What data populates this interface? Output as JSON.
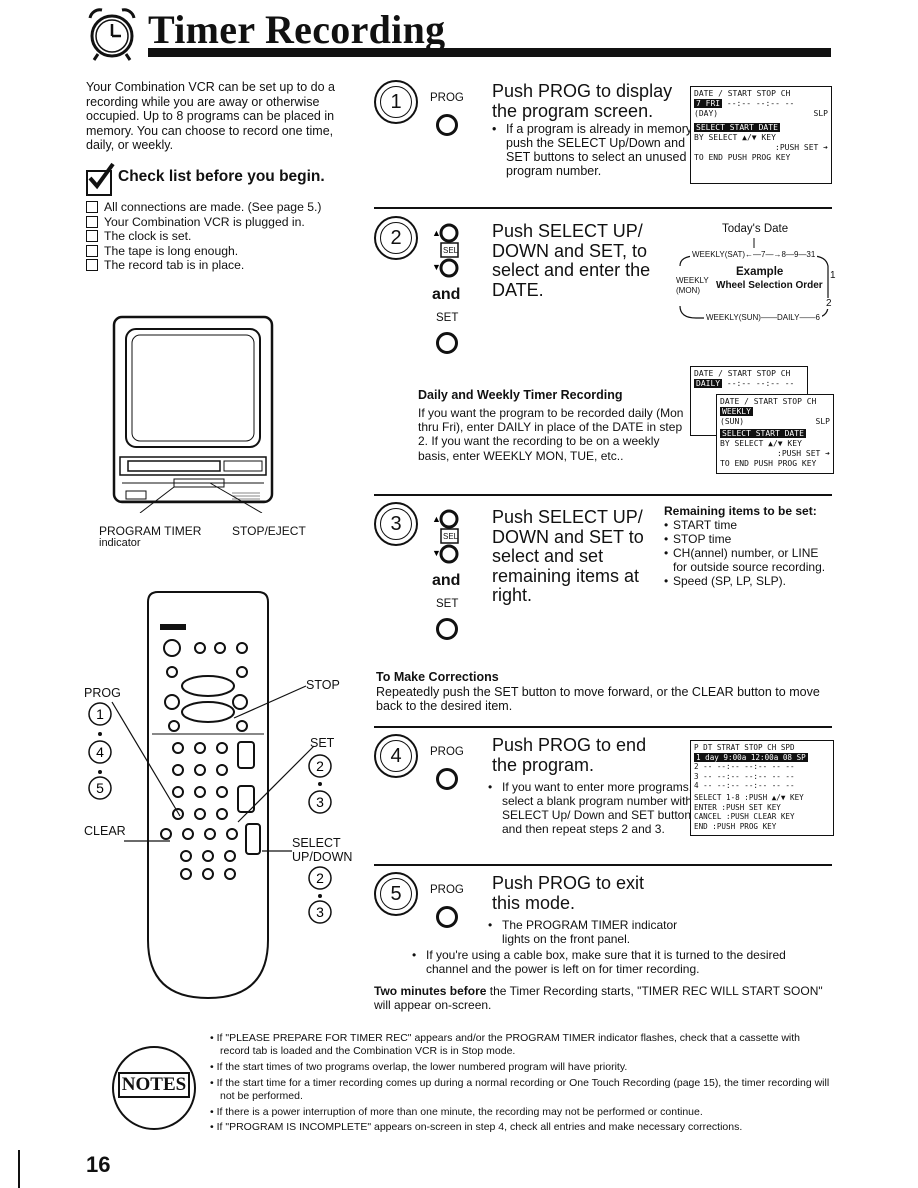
{
  "header": {
    "title": "Timer Recording",
    "page_number": "16"
  },
  "intro": "Your Combination VCR can be set up to do a recording while you are away or otherwise occupied. Up to 8 programs can be placed in memory. You can choose to record one time, daily, or weekly.",
  "checklist": {
    "heading": "Check list before you begin.",
    "items": [
      "All connections are made. (See page 5.)",
      "Your Combination VCR is plugged in.",
      "The clock is set.",
      "The tape is long enough.",
      "The record tab is in place."
    ]
  },
  "tv_labels": {
    "timer": "PROGRAM TIMER",
    "timer_sub": "indicator",
    "eject": "STOP/EJECT"
  },
  "remote_labels": {
    "prog": "PROG",
    "stop": "STOP",
    "set": "SET",
    "clear": "CLEAR",
    "select": "SELECT",
    "updown": "UP/DOWN"
  },
  "steps": [
    {
      "num": "1",
      "button": "PROG",
      "title": "Push PROG to display the program screen.",
      "bullet": "If a program is already in memory, push the SELECT Up/Down and SET buttons to select an unused program number."
    },
    {
      "num": "2",
      "sel": "SEL",
      "and": "and",
      "set": "SET",
      "title": "Push SELECT UP/ DOWN and SET, to select and enter the DATE.",
      "todays_date": "Today's Date",
      "example": "Example",
      "weekly": "WEEKLY",
      "mon": "(MON)",
      "wheel": "Wheel Selection Order",
      "top_seq": "WEEKLY(SAT)←—7—→8—9—31",
      "bot_seq": "WEEKLY(SUN)——DAILY——6",
      "n1": "1",
      "n2": "2"
    },
    {
      "num": "3",
      "sel": "SEL",
      "and": "and",
      "set": "SET",
      "title": "Push SELECT UP/ DOWN and SET to select and set remaining items at right.",
      "remaining_head": "Remaining items to be set:",
      "remaining": [
        "START time",
        "STOP time",
        "CH(annel) number, or LINE for outside source recording.",
        "Speed (SP, LP, SLP)."
      ]
    },
    {
      "num": "4",
      "button": "PROG",
      "title": "Push PROG to end the program.",
      "bullet": "If you want to enter more programs, select a blank program number with the SELECT Up/ Down and SET buttons, and then repeat steps 2 and 3."
    },
    {
      "num": "5",
      "button": "PROG",
      "title": "Push PROG to exit this mode.",
      "bullet1": "The PROGRAM TIMER indicator lights on the front panel.",
      "bullet2": "If you're using a cable box, make sure that it is turned to the desired channel and the power is left on for timer recording."
    }
  ],
  "osd1": {
    "head": "DATE / START STOP CH",
    "row1a": "7 FRI",
    "row1b": "--:-- --:-- --",
    "row2": "(DAY)",
    "slp": "SLP",
    "bar": "SELECT START DATE",
    "l1": "BY SELECT ▲/▼ KEY",
    "l2": ":PUSH SET ➔",
    "l3": "TO END PUSH PROG KEY"
  },
  "daily": {
    "title": "Daily and Weekly Timer Recording",
    "text": "If you want the program to be recorded daily (Mon thru Fri), enter DAILY in place of the DATE in step 2. If you want the recording to be on a weekly basis, enter WEEKLY MON, TUE, etc..",
    "osd_a": {
      "head": "DATE / START STOP CH",
      "row": "DAILY",
      "dash": "--:-- --:-- --"
    },
    "osd_b": {
      "head": "DATE / START STOP CH",
      "row": "WEEKLY",
      "sub": "(SUN)",
      "slp": "SLP",
      "bar": "SELECT START DATE",
      "l1": "BY SELECT ▲/▼ KEY",
      "l2": ":PUSH SET ➔",
      "l3": "TO END PUSH PROG KEY"
    }
  },
  "corrections": {
    "title": "To Make Corrections",
    "text": "Repeatedly push the SET button to move forward, or the CLEAR button to move back to the desired item."
  },
  "osd4": {
    "head": "P  DT  STRAT  STOP  CH  SPD",
    "r1": "1 day  9:00a 12:00a 08  SP",
    "r2": "2 -- --:-- --:-- --  --",
    "r3": "3 -- --:-- --:-- --  --",
    "r4": "4 -- --:-- --:-- --  --",
    "k1": "SELECT  1-8 :PUSH ▲/▼ KEY",
    "k2": "ENTER   :PUSH SET    KEY",
    "k3": "CANCEL  :PUSH CLEAR KEY",
    "k4": "END     :PUSH PROG   KEY"
  },
  "two_minutes": {
    "bold": "Two minutes before",
    "rest": "the Timer Recording starts, \"TIMER REC WILL START SOON\" will appear on-screen."
  },
  "notes": {
    "label": "NOTES",
    "items": [
      "If \"PLEASE PREPARE FOR TIMER REC\" appears and/or the PROGRAM TIMER indicator flashes, check that a cassette with record tab is loaded and the Combination VCR is in Stop mode.",
      "If the start times of two programs overlap, the lower numbered program will have priority.",
      "If the start time for a timer recording comes up during a normal recording or One Touch Recording (page 15), the timer recording will not be performed.",
      "If there is a power interruption of more than one minute, the recording may not be performed or continue.",
      "If \"PROGRAM IS INCOMPLETE\" appears on-screen in step 4, check all entries and make necessary corrections."
    ]
  }
}
